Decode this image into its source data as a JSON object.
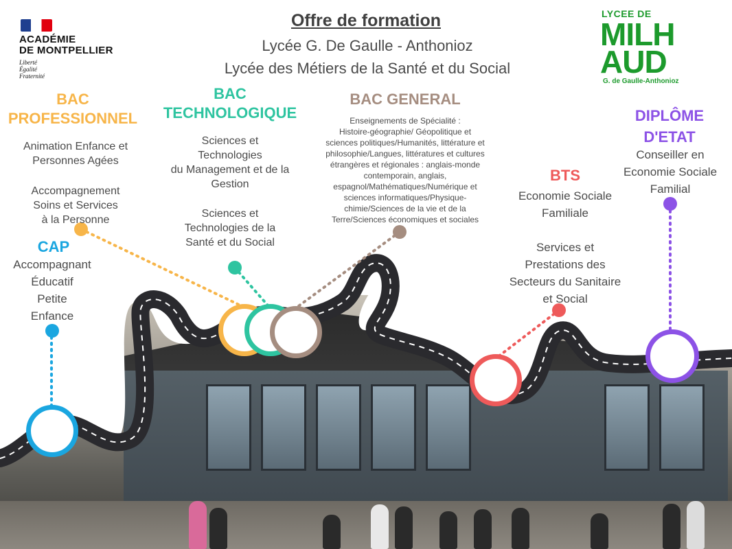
{
  "header": {
    "title": "Offre de formation",
    "line1": "Lycée G. De Gaulle - Anthonioz",
    "line2": "Lycée des Métiers de la Santé et du Social"
  },
  "academie_logo": {
    "name_line1": "ACADÉMIE",
    "name_line2": "DE MONTPELLIER",
    "motto": [
      "Liberté",
      "Égalité",
      "Fraternité"
    ]
  },
  "lycee_logo": {
    "top": "LYCEE DE",
    "big1": "MILH",
    "big2": "AUD",
    "sub": "G. de Gaulle-Anthonioz",
    "color": "#1c9a2c"
  },
  "sections": {
    "bac_pro": {
      "heading": [
        "BAC",
        "PROFESSIONNEL"
      ],
      "color": "#f7b549",
      "items": [
        [
          "Animation Enfance et",
          "Personnes Agées"
        ],
        [
          "Accompagnement",
          "Soins et Services",
          "à la Personne"
        ]
      ]
    },
    "cap": {
      "heading": "CAP",
      "color": "#1aa6e0",
      "items": [
        [
          "Accompagnant",
          "Éducatif",
          "Petite",
          "Enfance"
        ]
      ]
    },
    "bac_techno": {
      "heading": [
        "BAC",
        "TECHNOLOGIQUE"
      ],
      "color": "#2ec4a0",
      "items": [
        [
          "Sciences et",
          "Technologies",
          "du Management et de la",
          "Gestion"
        ],
        [
          "Sciences et",
          "Technologies de la",
          "Santé et du Social"
        ]
      ]
    },
    "bac_general": {
      "heading": "BAC  GENERAL",
      "color": "#a58d80",
      "lines": [
        "Enseignements de Spécialité :",
        "Histoire-géographie/ Géopolitique et",
        "sciences politiques/Humanités, littérature et",
        "philosophie/Langues, littératures et cultures",
        "étrangères et régionales : anglais-monde",
        "contemporain, anglais,",
        "espagnol/Mathématiques/Numérique et",
        "sciences informatiques/Physique-",
        "chimie/Sciences de la vie et de la",
        "Terre/Sciences économiques et sociales"
      ]
    },
    "bts": {
      "heading": "BTS",
      "color": "#ee5a5a",
      "items": [
        [
          "Economie Sociale",
          "Familiale"
        ],
        [
          "Services et",
          "Prestations des",
          "Secteurs du Sanitaire",
          "et Social"
        ]
      ]
    },
    "diplome": {
      "heading": [
        "DIPLÔME",
        "D'ETAT"
      ],
      "color": "#8c52e6",
      "items": [
        [
          "Conseiller en",
          "Economie Sociale",
          "Familial"
        ]
      ]
    }
  }
}
